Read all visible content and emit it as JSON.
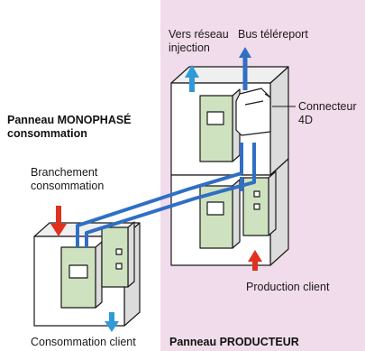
{
  "colors": {
    "producer_zone": "#f0dcea",
    "cable": "#2f6fc4",
    "arrow_in": "#e0301e",
    "arrow_out": "#2f9ad8",
    "cabinet_face": "#ffffff",
    "cabinet_side": "#dcdcdc",
    "cabinet_top": "#efefef",
    "meter_panel": "#cfe2bf",
    "meter_window": "#ffffff",
    "stroke": "#1a1a1a"
  },
  "labels": {
    "vers_reseau_1": "Vers réseau",
    "vers_reseau_2": "injection",
    "bus_teleport": "Bus téléreport",
    "connecteur_1": "Connecteur",
    "connecteur_2": "4D",
    "panneau_mono_1": "Panneau MONOPHASÉ",
    "panneau_mono_2": "consommation",
    "branchement_1": "Branchement",
    "branchement_2": "consommation",
    "production_client": "Production client",
    "consommation_client": "Consommation client",
    "panneau_producteur": "Panneau PRODUCTEUR"
  },
  "icons": {
    "arrow_up": "arrow-up-icon",
    "arrow_down": "arrow-down-icon",
    "connector": "connector-4d-icon"
  }
}
